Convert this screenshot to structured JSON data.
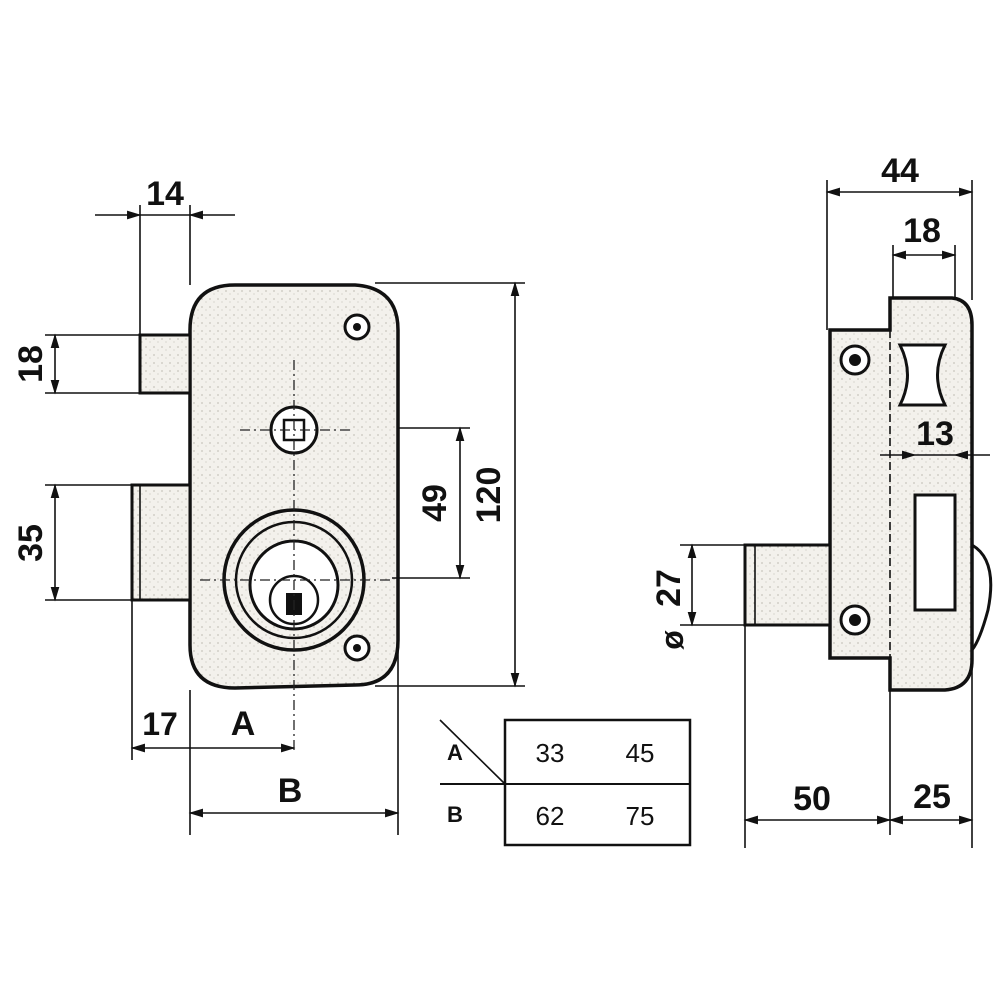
{
  "front_view": {
    "dim_14": "14",
    "dim_18": "18",
    "dim_35": "35",
    "dim_49": "49",
    "dim_120": "120",
    "dim_17": "17",
    "dim_A": "A",
    "dim_B": "B"
  },
  "side_view": {
    "dim_44": "44",
    "dim_18": "18",
    "dim_13": "13",
    "dim_27": "27",
    "dim_diameter": "ø",
    "dim_50": "50",
    "dim_25": "25"
  },
  "size_table": {
    "rows": [
      {
        "key": "A",
        "v1": "33",
        "v2": "45"
      },
      {
        "key": "B",
        "v1": "62",
        "v2": "75"
      }
    ]
  }
}
